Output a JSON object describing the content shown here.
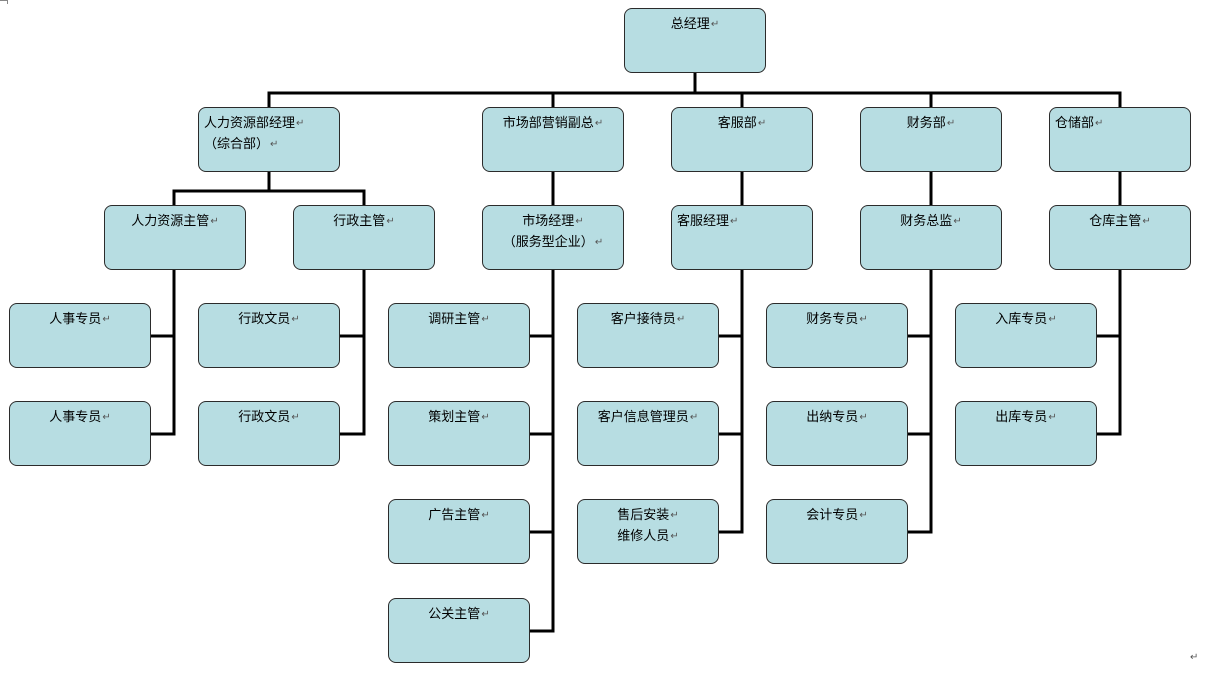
{
  "paragraph_mark": "↵",
  "colors": {
    "node_fill": "#b7dde2",
    "node_border": "#2b2b2b",
    "connector": "#000000"
  },
  "root": {
    "line1": "总经理"
  },
  "departments": [
    {
      "line1": "人力资源部经理",
      "line2": "（综合部）"
    },
    {
      "line1": "市场部营销副总"
    },
    {
      "line1": "客服部"
    },
    {
      "line1": "财务部"
    },
    {
      "line1": "仓储部"
    }
  ],
  "managers": [
    {
      "line1": "人力资源主管"
    },
    {
      "line1": "行政主管"
    },
    {
      "line1": "市场经理",
      "line2": "（服务型企业）"
    },
    {
      "line1": "客服经理"
    },
    {
      "line1": "财务总监"
    },
    {
      "line1": "仓库主管"
    }
  ],
  "staff": {
    "hr": [
      {
        "line1": "人事专员"
      },
      {
        "line1": "人事专员"
      }
    ],
    "admin": [
      {
        "line1": "行政文员"
      },
      {
        "line1": "行政文员"
      }
    ],
    "marketing": [
      {
        "line1": "调研主管"
      },
      {
        "line1": "策划主管"
      },
      {
        "line1": "广告主管"
      },
      {
        "line1": "公关主管"
      }
    ],
    "service": [
      {
        "line1": "客户接待员"
      },
      {
        "line1": "客户信息管理员"
      },
      {
        "line1": "售后安装",
        "line2": "维修人员"
      }
    ],
    "finance": [
      {
        "line1": "财务专员"
      },
      {
        "line1": "出纳专员"
      },
      {
        "line1": "会计专员"
      }
    ],
    "warehouse": [
      {
        "line1": "入库专员"
      },
      {
        "line1": "出库专员"
      }
    ]
  }
}
